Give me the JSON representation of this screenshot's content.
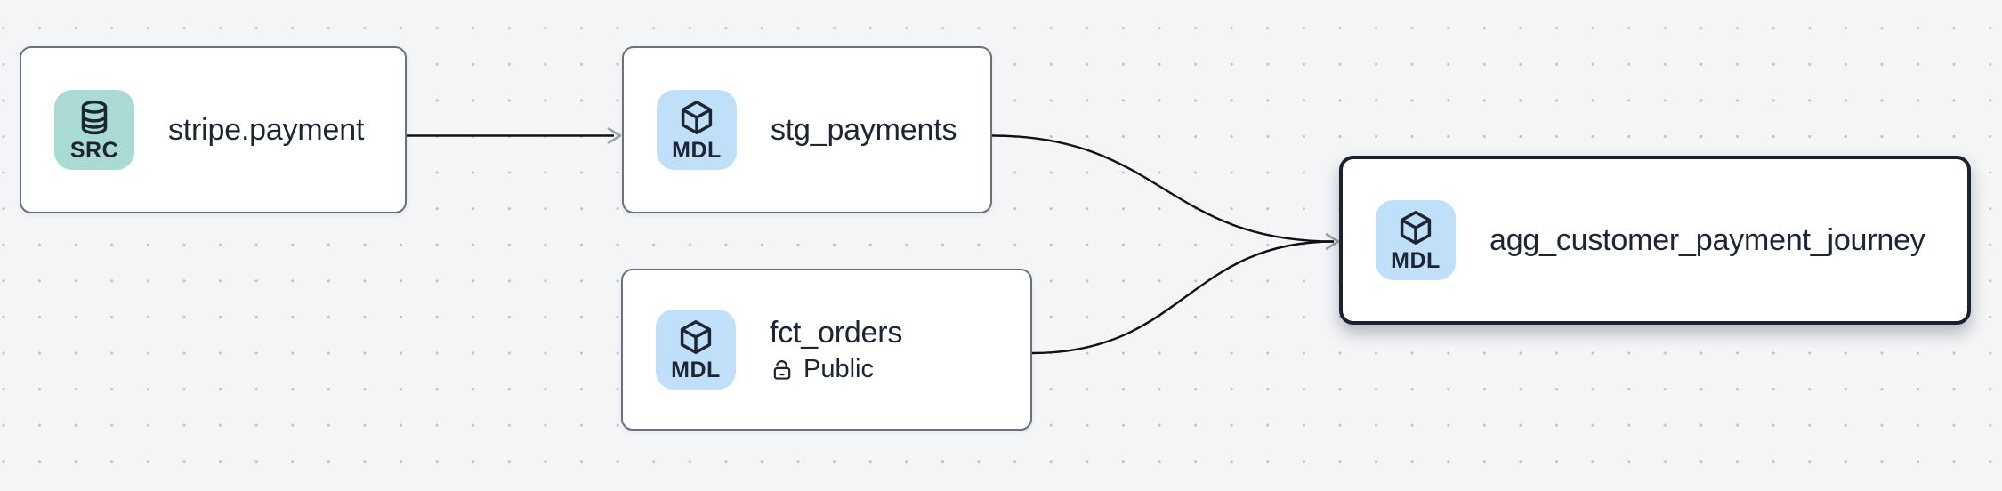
{
  "diagram": {
    "type": "data-lineage-graph",
    "background_color": "#f4f5f7",
    "grid_dot_color": "#bfc3cb",
    "node_fill_color": "#ffffff",
    "node_border_color": "#69707f",
    "selected_node_border_color": "#1a2133",
    "edge_color": "#0e1116",
    "arrowhead_color": "#98a0ab",
    "text_color": "#1d2433",
    "source_badge_color": "#a9dbd3",
    "model_badge_color": "#bfe0f8"
  },
  "nodes": [
    {
      "title": "stripe.payment",
      "type": "source",
      "badge_label": "SRC",
      "badge_icon": "database-icon",
      "selected": false
    },
    {
      "title": "stg_payments",
      "type": "model",
      "badge_label": "MDL",
      "badge_icon": "cube-icon",
      "selected": false
    },
    {
      "title": "fct_orders",
      "type": "model",
      "badge_label": "MDL",
      "badge_icon": "cube-icon",
      "access_label": "Public",
      "access_icon": "lock-open-icon",
      "selected": false
    },
    {
      "title": "agg_customer_payment_journey",
      "type": "model",
      "badge_label": "MDL",
      "badge_icon": "cube-icon",
      "selected": true
    }
  ],
  "edges": [
    {
      "from": "stripe.payment",
      "to": "stg_payments"
    },
    {
      "from": "stg_payments",
      "to": "agg_customer_payment_journey"
    },
    {
      "from": "fct_orders",
      "to": "agg_customer_payment_journey"
    }
  ]
}
